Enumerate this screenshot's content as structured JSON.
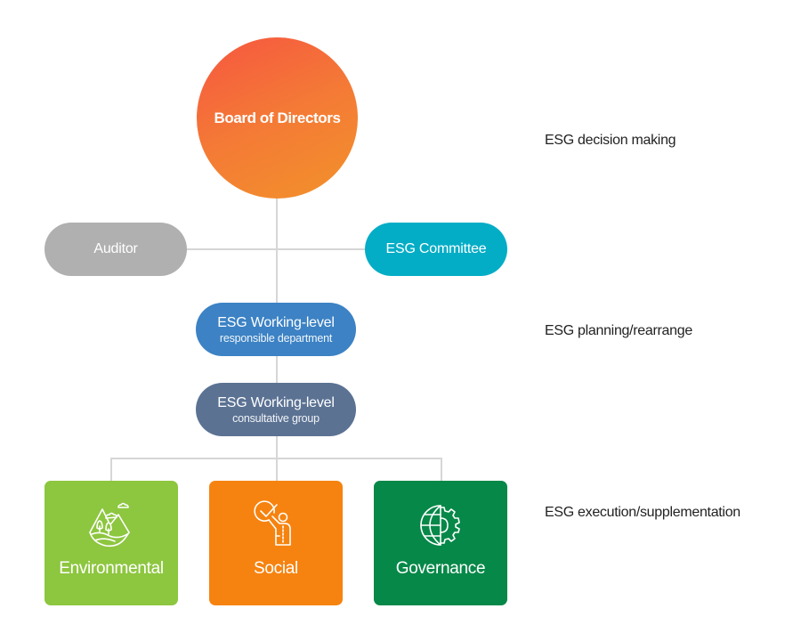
{
  "board": {
    "label": "Board of Directors"
  },
  "auditor": {
    "label": "Auditor"
  },
  "committee": {
    "label": "ESG Committee"
  },
  "working_level_department": {
    "title": "ESG Working-level",
    "subtitle": "responsible department"
  },
  "working_level_group": {
    "title": "ESG Working-level",
    "subtitle": "consultative group"
  },
  "pillars": [
    {
      "label": "Environmental",
      "icon": "mountain-nature-icon",
      "color": "#8dc63f"
    },
    {
      "label": "Social",
      "icon": "person-checkmark-icon",
      "color": "#f6830f"
    },
    {
      "label": "Governance",
      "icon": "globe-gear-icon",
      "color": "#068848"
    }
  ],
  "roles": [
    {
      "label": "ESG decision making"
    },
    {
      "label": "ESG planning/rearrange"
    },
    {
      "label": "ESG execution/supplementation"
    }
  ],
  "colors": {
    "board_gradient": [
      "#f65640",
      "#f2922a"
    ],
    "auditor": "#b0b0b0",
    "committee": "#04adc6",
    "working_level_department": "#3c82c4",
    "working_level_group": "#5b7293",
    "connector": "#d6d6d6"
  }
}
